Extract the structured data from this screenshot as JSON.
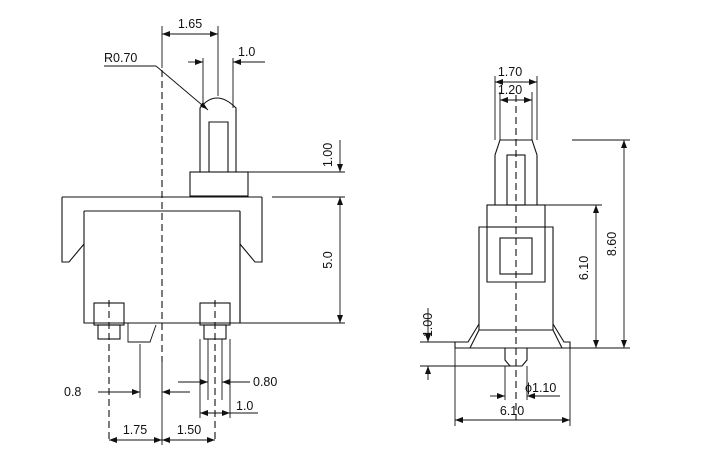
{
  "front_view": {
    "top_width": "1.65",
    "lever_width": "1.0",
    "lever_radius": "R0.70",
    "cap_height": "1.00",
    "body_height": "5.0",
    "pin_left_offset": "0.8",
    "pin_width": "0.80",
    "pin_thickness": "1.0",
    "pitch_left": "1.75",
    "pitch_right": "1.50"
  },
  "side_view": {
    "outer_width": "1.70",
    "inner_width": "1.20",
    "total_height": "8.60",
    "body_height": "6.10",
    "foot_height": "1.00",
    "pin_diameter": "ϕ1.10",
    "base_width": "6.10"
  }
}
